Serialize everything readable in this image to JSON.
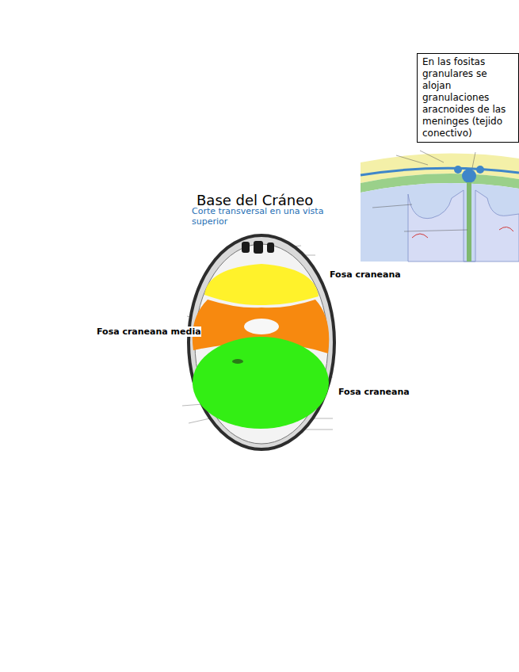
{
  "diagram": {
    "title": "Base del Cráneo",
    "caption": "Corte transversal en una vista superior",
    "nodes": [
      {
        "text": [
          "En las fositas granulares se alojan granulaciones aracnoides de las meninges (tejido conectivo)"
        ]
      }
    ],
    "labels": [
      "Fosa craneana",
      "Fosa craneana media",
      "Fosa craneana"
    ]
  }
}
